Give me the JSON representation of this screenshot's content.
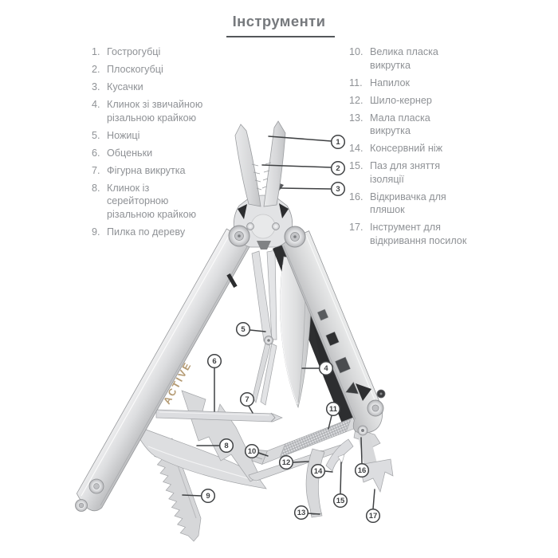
{
  "title": "Інструменти",
  "brand": "ACTIVE",
  "theme": {
    "text_gray": "#8f9296",
    "title_gray": "#76797d",
    "line_dark": "#3f4143",
    "accent_gold": "#b49a72",
    "bg": "#ffffff"
  },
  "legend_left": {
    "items": [
      {
        "num": "1.",
        "label": "Гострогубці"
      },
      {
        "num": "2.",
        "label": "Плоскогубці"
      },
      {
        "num": "3.",
        "label": "Кусачки"
      },
      {
        "num": "4.",
        "label": "Клинок зі звичайною\nрізальною крайкою"
      },
      {
        "num": "5.",
        "label": "Ножиці"
      },
      {
        "num": "6.",
        "label": "Обценьки"
      },
      {
        "num": "7.",
        "label": "Фігурна викрутка"
      },
      {
        "num": "8.",
        "label": "Клинок із\nсерейторною\nрізальною крайкою"
      },
      {
        "num": "9.",
        "label": "Пилка по дереву"
      }
    ]
  },
  "legend_right": {
    "items": [
      {
        "num": "10.",
        "label": "Велика пласка\nвикрутка"
      },
      {
        "num": "11.",
        "label": "Напилок"
      },
      {
        "num": "12.",
        "label": "Шило-кернер"
      },
      {
        "num": "13.",
        "label": "Мала пласка\nвикрутка"
      },
      {
        "num": "14.",
        "label": "Консервний ніж"
      },
      {
        "num": "15.",
        "label": "Паз для зняття\nізоляції"
      },
      {
        "num": "16.",
        "label": "Відкривачка для\nпляшок"
      },
      {
        "num": "17.",
        "label": "Інструмент для\nвідкривання посилок"
      }
    ]
  },
  "callouts": [
    {
      "n": "1"
    },
    {
      "n": "2"
    },
    {
      "n": "3"
    },
    {
      "n": "4"
    },
    {
      "n": "5"
    },
    {
      "n": "6"
    },
    {
      "n": "7"
    },
    {
      "n": "8"
    },
    {
      "n": "9"
    },
    {
      "n": "10"
    },
    {
      "n": "11"
    },
    {
      "n": "12"
    },
    {
      "n": "13"
    },
    {
      "n": "14"
    },
    {
      "n": "15"
    },
    {
      "n": "16"
    },
    {
      "n": "17"
    }
  ]
}
